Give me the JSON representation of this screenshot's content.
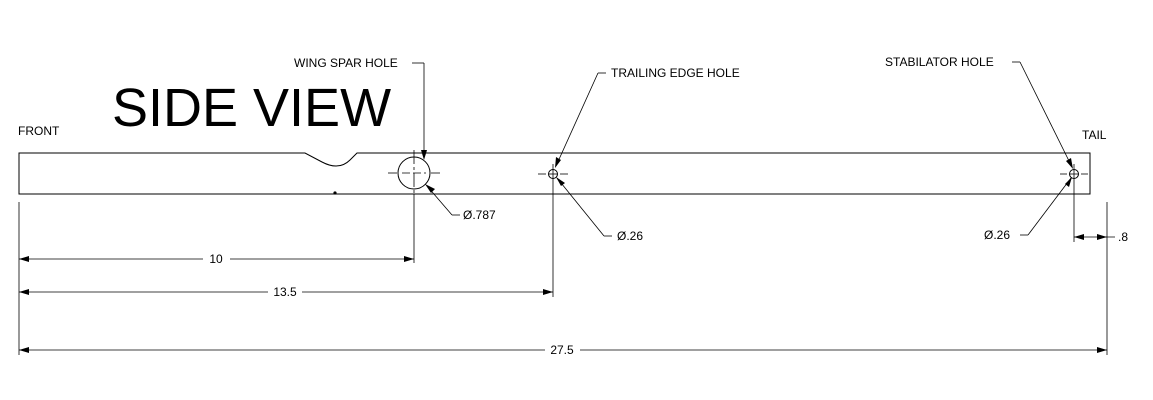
{
  "title": "SIDE VIEW",
  "labels": {
    "front": "FRONT",
    "tail": "TAIL",
    "wing_spar_hole": "WING SPAR HOLE",
    "trailing_edge_hole": "TRAILING EDGE HOLE",
    "stabilator_hole": "STABILATOR HOLE"
  },
  "diameters": {
    "wing_spar": "Ø.787",
    "trailing_edge": "Ø.26",
    "stabilator": "Ø.26"
  },
  "dimensions": {
    "front_to_wing_spar": "10",
    "front_to_trailing_edge": "13.5",
    "overall_length": "27.5",
    "stabilator_to_tail": ".8"
  }
}
